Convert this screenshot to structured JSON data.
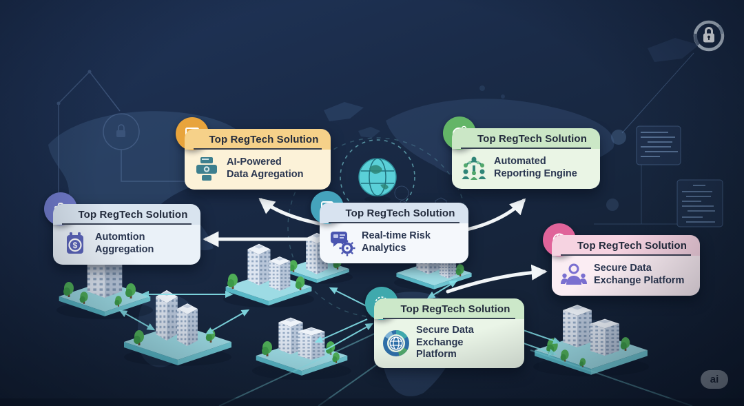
{
  "watermark": {
    "label": "ai"
  },
  "cards": [
    {
      "id": "ai-powered-data-aggregation",
      "header": "Top RegTech Solution",
      "lines": [
        "AI-Powered",
        "Data Agregation"
      ],
      "badge_icon": "monitor-icon",
      "body_icon": "printer-icon",
      "colors": {
        "badge": "#E8A43C",
        "header_bg": "#F6D189",
        "body_bg": "#FCF2D8",
        "icon": "#3D7F8E"
      }
    },
    {
      "id": "automated-reporting-engine",
      "header": "Top RegTech Solution",
      "lines": [
        "Automated",
        "Reporting Engine"
      ],
      "badge_icon": "pie-chart-icon",
      "body_icon": "team-network-icon",
      "colors": {
        "badge": "#63B567",
        "header_bg": "#CBE7C6",
        "body_bg": "#EAF5E5",
        "icon": "#2F8577"
      }
    },
    {
      "id": "automation-aggregation",
      "header": "Top RegTech Solution",
      "lines": [
        "Automtion",
        "Aggregation"
      ],
      "badge_icon": "briefcase-icon",
      "body_icon": "calendar-dollar-icon",
      "colors": {
        "badge": "#6F79C8",
        "header_bg": "#D9E4EF",
        "body_bg": "#EAF1F8",
        "icon": "#5A63B8"
      }
    },
    {
      "id": "real-time-risk-analytics",
      "header": "Top RegTech Solution",
      "lines": [
        "Real-time Risk",
        "Analytics"
      ],
      "badge_icon": "checklist-icon",
      "body_icon": "chat-gear-icon",
      "colors": {
        "badge": "#45A3BC",
        "header_bg": "#D8E3F0",
        "body_bg": "#F5F8FC",
        "icon": "#4A55B0"
      }
    },
    {
      "id": "secure-data-exchange-platform",
      "header": "Top RegTech Solution",
      "lines": [
        "Secure Data",
        "Exchange Platform"
      ],
      "badge_icon": "globe-icon",
      "body_icon": "user-group-icon",
      "colors": {
        "badge": "#E0649A",
        "header_bg": "#F6D3E1",
        "body_bg": "#FBEDF3",
        "icon": "#7A6FD0"
      }
    },
    {
      "id": "secure-data-exchange-platform-2",
      "header": "Top RegTech Solution",
      "lines": [
        "Secure Data Exchange",
        "Platform"
      ],
      "badge_icon": "lock-icon",
      "body_icon": "globe-ring-icon",
      "colors": {
        "badge": "#3FA9AD",
        "header_bg": "#CCE8C9",
        "body_bg": "#EAF5E7",
        "icon": "#2E6FA8"
      }
    }
  ],
  "icons": {
    "emblem_top_right": "padlock-icon",
    "hub": "globe-icon",
    "dollar_glyph": "$"
  },
  "background": {
    "base": "#16243C",
    "map": "#3F5C86",
    "arrow_cyan": "#86E4EC",
    "arrow_white": "#F2F6F8"
  }
}
